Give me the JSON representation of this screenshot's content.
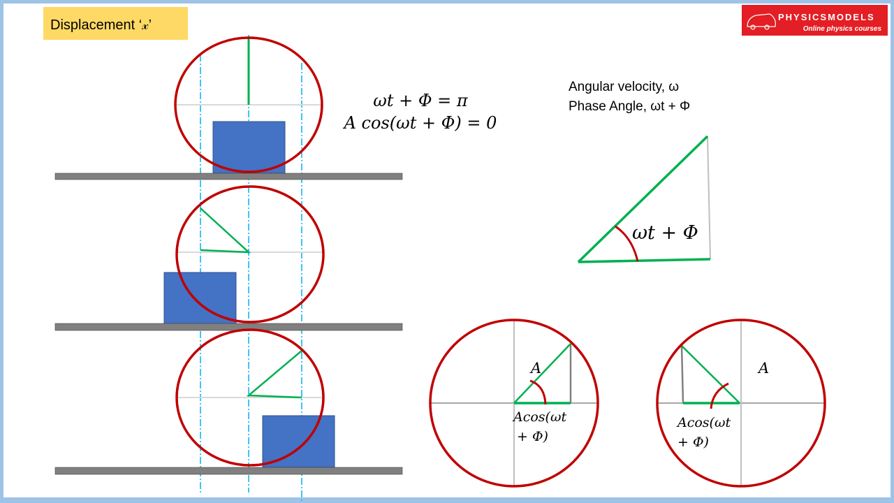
{
  "title_label": "Displacement ‘𝓍’",
  "logo": {
    "name": "PHYSICSMODELS",
    "tagline": "Online physics courses",
    "color": "#e31e24"
  },
  "equations": {
    "line1": "ωt + Φ = π",
    "line2": "A cos(ωt + Φ) = 0"
  },
  "legend": {
    "line1": "Angular velocity, ω",
    "line2": "Phase Angle, ωt + Φ"
  },
  "triangle_label": "ωt + Φ",
  "phasor_left": {
    "amp_label": "A",
    "proj_line1": "Acos(ωt",
    "proj_line2": "+ Φ)"
  },
  "phasor_right": {
    "amp_label": "A",
    "proj_line1": "Acos(ωt",
    "proj_line2": "+ Φ)"
  },
  "colors": {
    "circle": "#c00000",
    "phasor": "#00b050",
    "block": "#4472c4",
    "ground": "#808080",
    "guide": "#00b0f0",
    "label_bg": "#ffd966"
  }
}
